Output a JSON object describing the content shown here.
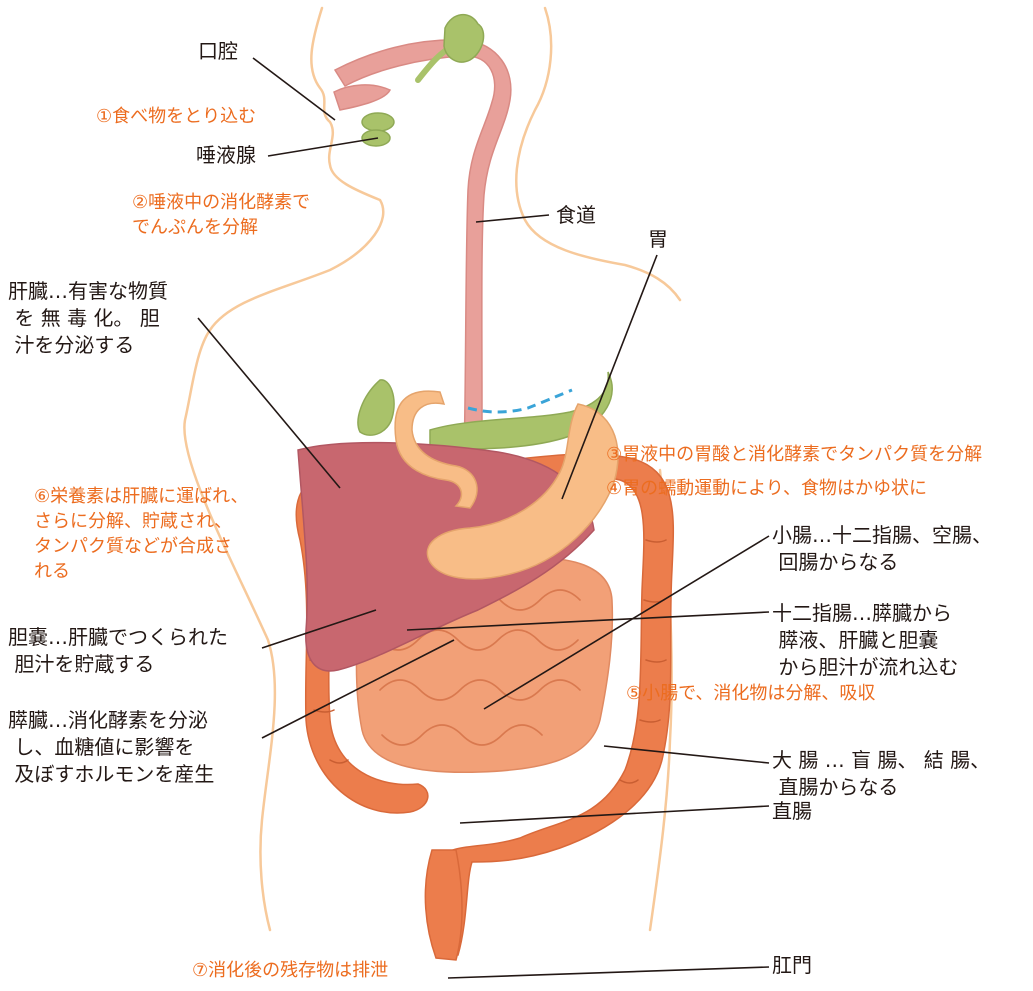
{
  "colors": {
    "outline": "#f7c99a",
    "mouth_esophagus": "#e8a09a",
    "salivary_gallbladder_pancreas": "#a9c26a",
    "liver": "#c8676f",
    "stomach": "#f8bd87",
    "large_intestine": "#ec7d4c",
    "small_intestine": "#f2a077",
    "pancreas_duct": "#3aa4d8",
    "label_text": "#231815",
    "note_text": "#ec6c1f"
  },
  "labels": {
    "mouth": "口腔",
    "salivary": "唾液腺",
    "esophagus": "食道",
    "stomach": "胃",
    "liver": "肝臓…有害な物質\n を 無 毒 化。 胆\n 汁を分泌する",
    "small_intestine": "小腸…十二指腸、空腸、\n 回腸からなる",
    "duodenum": "十二指腸…膵臓から\n 膵液、肝臓と胆嚢\n から胆汁が流れ込む",
    "gallbladder": "胆嚢…肝臓でつくられた\n 胆汁を貯蔵する",
    "pancreas": "膵臓…消化酵素を分泌\n し、血糖値に影響を\n 及ぼすホルモンを産生",
    "large_intestine": "大 腸 … 盲 腸、 結 腸、\n 直腸からなる",
    "rectum": "直腸",
    "anus": "肛門"
  },
  "notes": {
    "step1": "①食べ物をとり込む",
    "step2": "②唾液中の消化酵素で\nでんぷんを分解",
    "step3": "③胃液中の胃酸と消化酵素でタンパク質を分解",
    "step4": "④胃の蠕動運動により、食物はかゆ状に",
    "step5": "⑤小腸で、消化物は分解、吸収",
    "step6": "⑥栄養素は肝臓に運ばれ、\nさらに分解、貯蔵され、\nタンパク質などが合成さ\nれる",
    "step7": "⑦消化後の残存物は排泄"
  }
}
